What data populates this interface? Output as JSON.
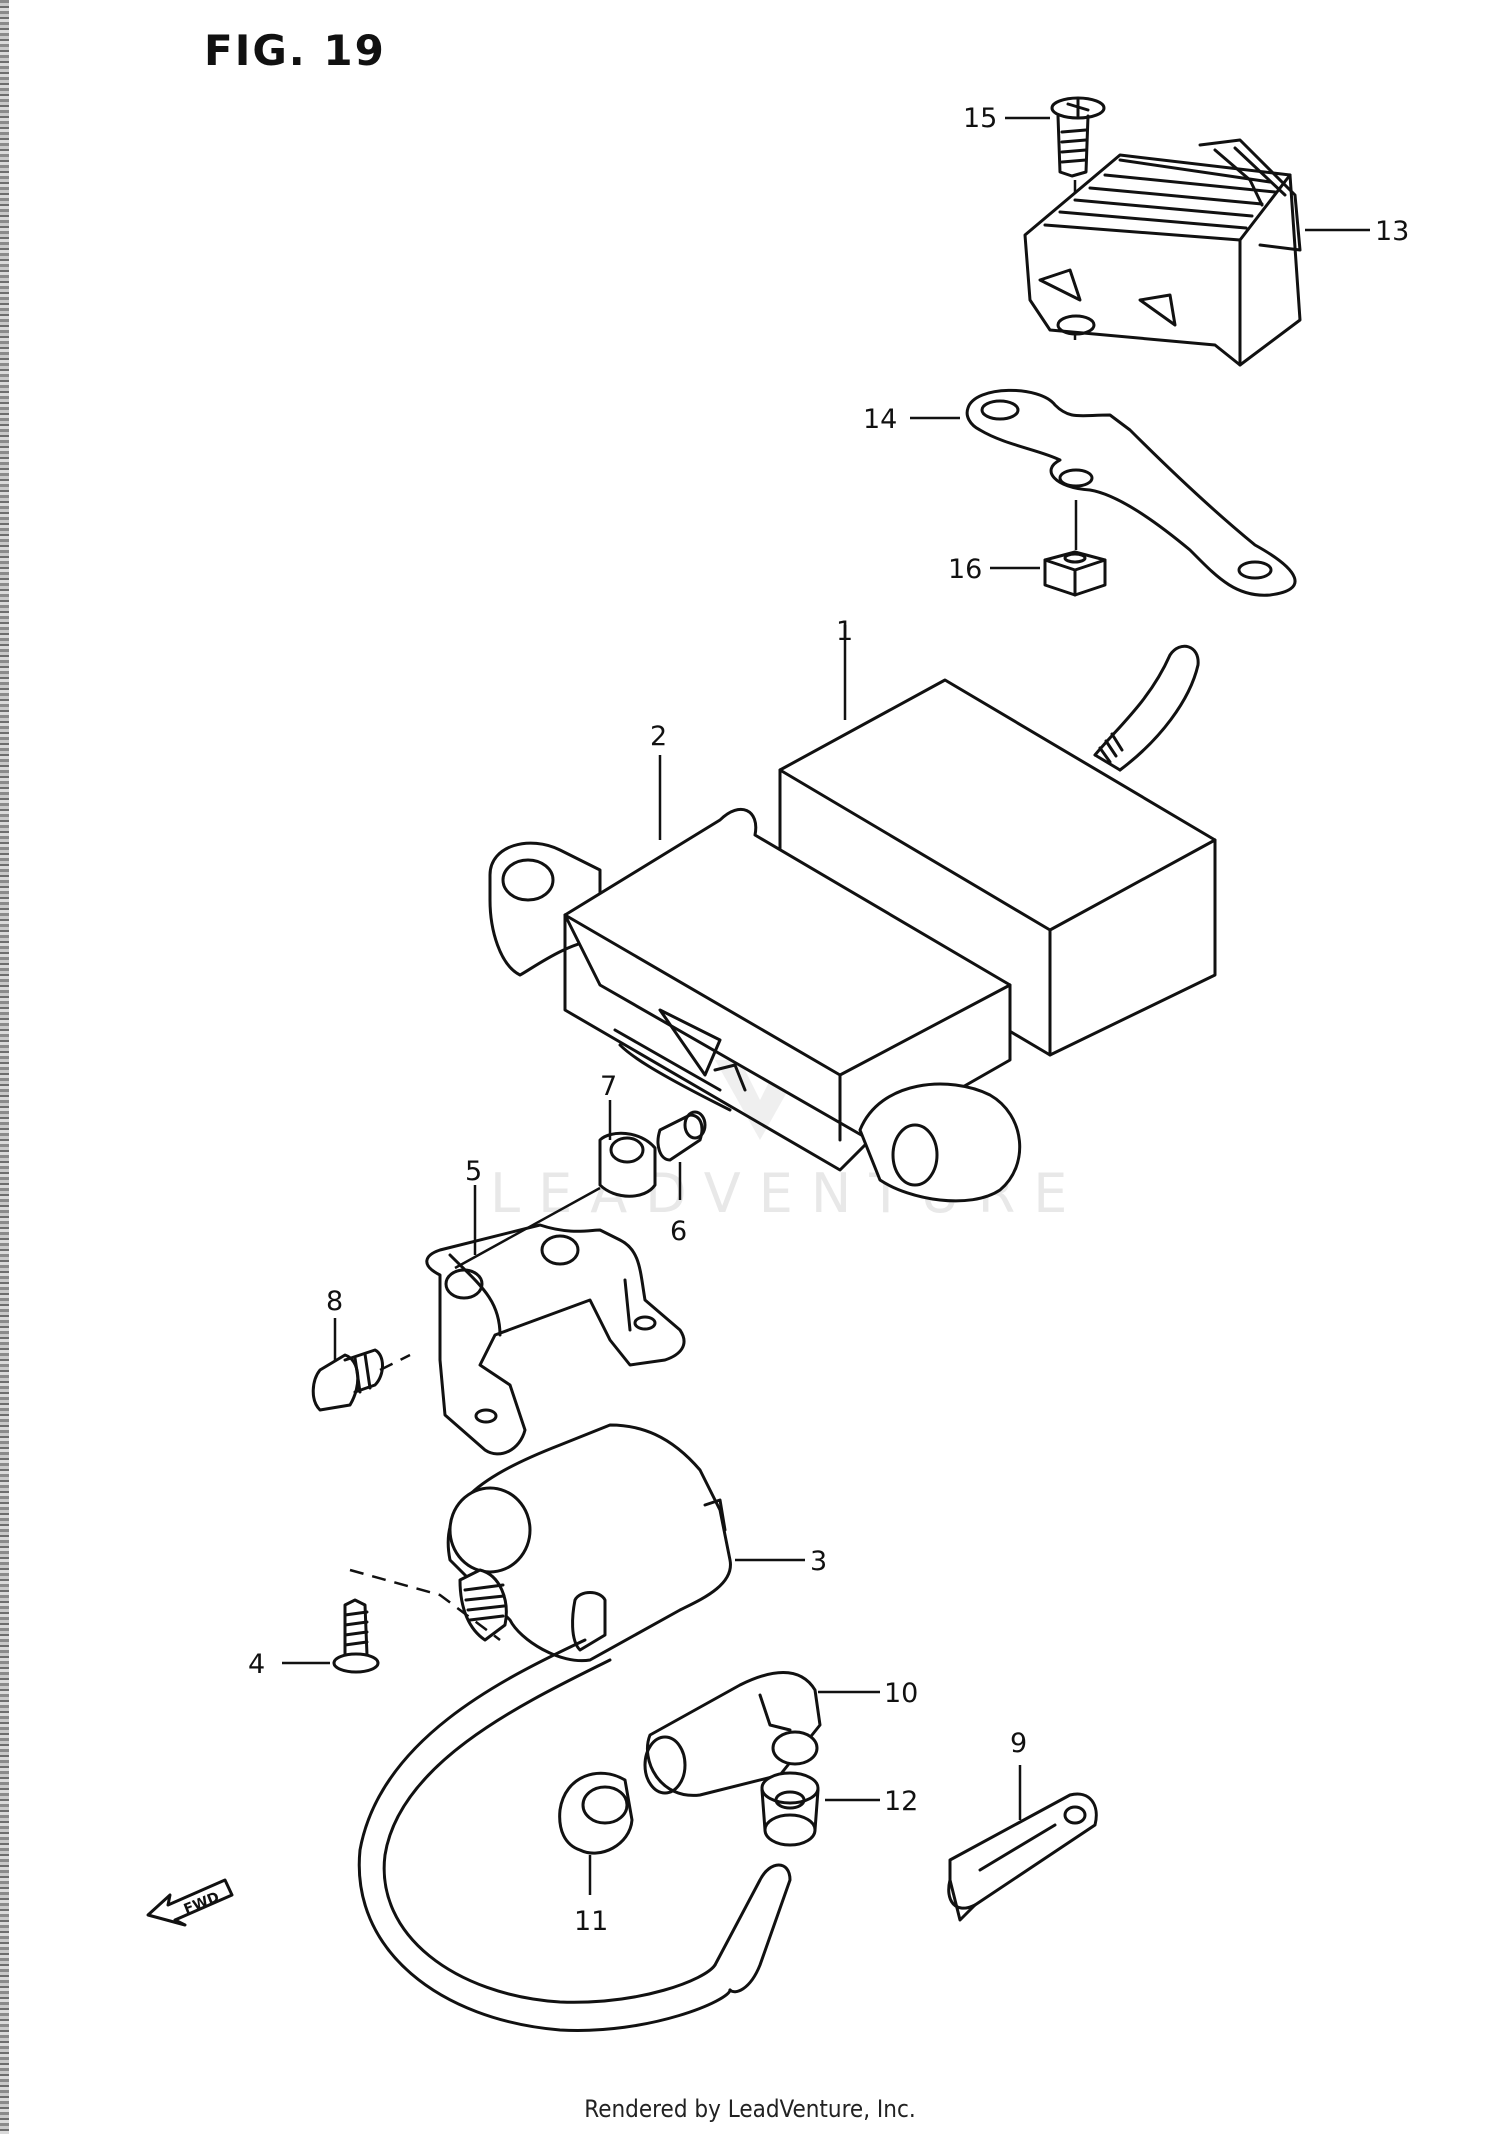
{
  "figure": {
    "title": "FIG. 19"
  },
  "callouts": [
    {
      "id": "1",
      "label": "1"
    },
    {
      "id": "2",
      "label": "2"
    },
    {
      "id": "3",
      "label": "3"
    },
    {
      "id": "4",
      "label": "4"
    },
    {
      "id": "5",
      "label": "5"
    },
    {
      "id": "6",
      "label": "6"
    },
    {
      "id": "7",
      "label": "7"
    },
    {
      "id": "8",
      "label": "8"
    },
    {
      "id": "9",
      "label": "9"
    },
    {
      "id": "10",
      "label": "10"
    },
    {
      "id": "11",
      "label": "11"
    },
    {
      "id": "12",
      "label": "12"
    },
    {
      "id": "13",
      "label": "13"
    },
    {
      "id": "14",
      "label": "14"
    },
    {
      "id": "15",
      "label": "15"
    },
    {
      "id": "16",
      "label": "16"
    }
  ],
  "direction_marker": {
    "label": "FWD",
    "icon": "forward-arrow-icon"
  },
  "watermark": {
    "text": "LEADVENTURE",
    "icon": "leadventure-logo-icon"
  },
  "footer": {
    "text": "Rendered by LeadVenture, Inc."
  }
}
